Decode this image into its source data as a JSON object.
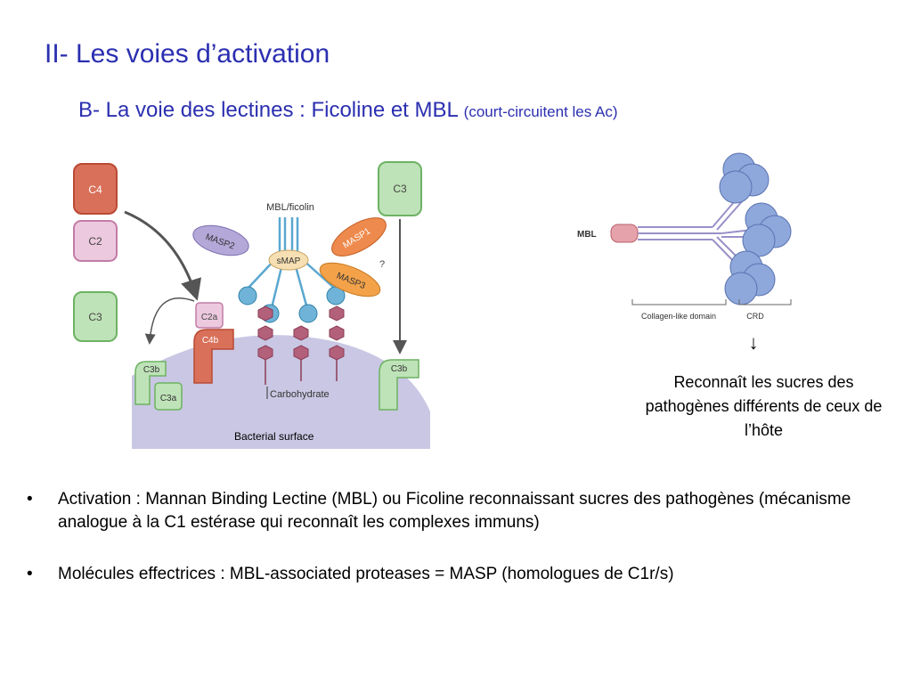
{
  "title": "II- Les voies d’activation",
  "subtitle": {
    "main": "B- La voie des lectines : Ficoline et MBL",
    "paren": "(court-circuitent les Ac)"
  },
  "figure_left": {
    "labels": {
      "c4": "C4",
      "c2": "C2",
      "c3_left": "C3",
      "c3_right": "C3",
      "c2a": "C2a",
      "c4b": "C4b",
      "c3b_left": "C3b",
      "c3a": "C3a",
      "c3b_right": "C3b",
      "mbl_ficolin": "MBL/ficolin",
      "smap": "sMAP",
      "masp1": "MASP1",
      "masp2": "MASP2",
      "masp3": "MASP3",
      "question": "?",
      "carbohydrate": "Carbohydrate",
      "bacterial_surface": "Bacterial surface"
    },
    "colors": {
      "c4": "#d9705a",
      "c2": "#ecc9df",
      "c3": "#bfe3b8",
      "surface": "#c9c7e3",
      "masp2": "#b3a8d8",
      "masp1": "#ee8a4d",
      "masp3": "#f3a24a",
      "smap": "#f6dfb2",
      "mbl_stalk": "#6fb4d8",
      "sugar": "#b3607a"
    }
  },
  "figure_right": {
    "mbl_label": "MBL",
    "collagen_domain": "Collagen-like domain",
    "crd": "CRD",
    "arrow": "↓",
    "colors": {
      "head": "#8ea8dc",
      "stalk": "#b9b2d8",
      "base": "#e6a2aa"
    }
  },
  "caption": "Reconnaît les sucres des pathogènes différents de ceux de l’hôte",
  "bullets": [
    {
      "marker": "•",
      "text": "Activation : Mannan Binding Lectine (MBL) ou Ficoline reconnaissant sucres des pathogènes (mécanisme analogue à la C1 estérase qui reconnaît les complexes immuns)"
    },
    {
      "marker": "•",
      "text": "Molécules effectrices : MBL-associated proteases = MASP (homologues de C1r/s)"
    }
  ]
}
